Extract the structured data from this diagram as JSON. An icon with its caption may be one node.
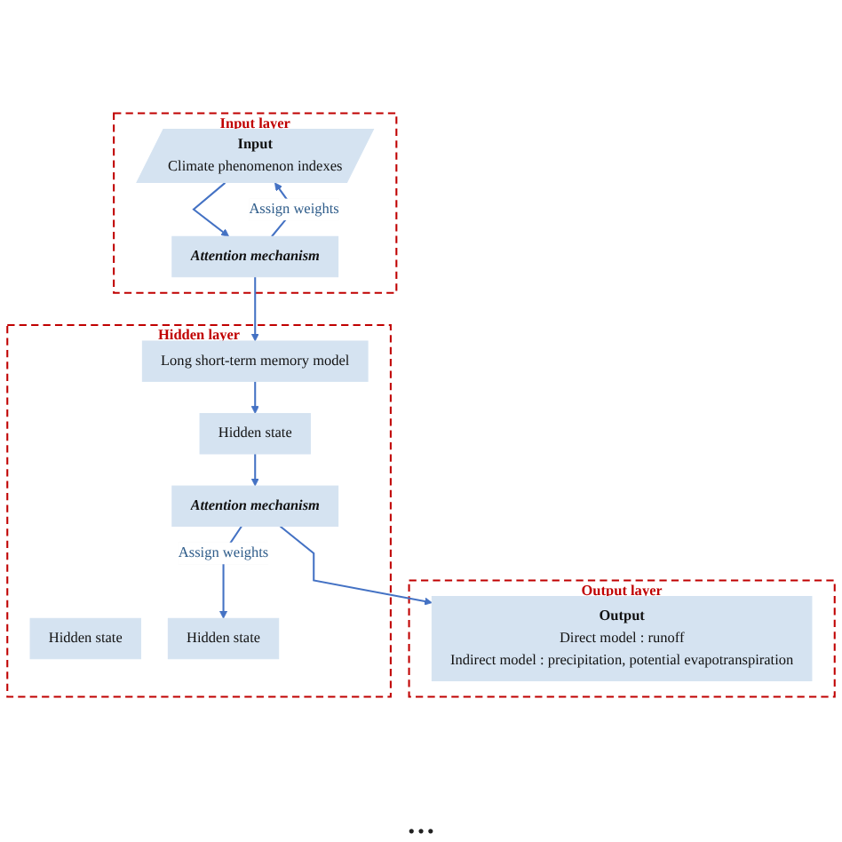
{
  "diagram": {
    "nodes": [
      {
        "text": [
          "Input layer"
        ]
      },
      {
        "text": [
          "Input",
          "Climate phenomenon indexes"
        ],
        "in": 0
      },
      {
        "text": [
          "Attention mechanism"
        ],
        "in": 0
      },
      {
        "text": [
          "Hidden layer"
        ]
      },
      {
        "text": [
          "Long short-term memory model"
        ],
        "in": 3
      },
      {
        "text": [
          "Hidden state"
        ],
        "in": 3
      },
      {
        "text": [
          "Hidden state"
        ],
        "in": 3
      },
      {
        "text": [
          "Hidden state"
        ],
        "in": 3
      },
      {
        "text": [
          "Attention mechanism"
        ],
        "in": 3
      },
      {
        "text": [
          "Output layer"
        ]
      },
      {
        "text": [
          "Output",
          "Direct model : runoff",
          "Indirect model : precipitation, potential evapotranspiration"
        ],
        "in": 9
      }
    ],
    "edges": [
      {
        "from": 1,
        "to": 2,
        "arrow": "to"
      },
      {
        "from": 2,
        "to": 1,
        "arrow": "to",
        "label": "Assign weights"
      },
      {
        "from": 2,
        "to": 4,
        "arrow": "to"
      },
      {
        "from": 4,
        "to": 6,
        "arrow": "to"
      },
      {
        "from": 6,
        "to": 8,
        "arrow": "to"
      },
      {
        "from": 8,
        "to": 7,
        "arrow": "to",
        "label": "Assign weights"
      },
      {
        "from": 8,
        "to": 10,
        "arrow": "to"
      }
    ],
    "labels": [
      "…"
    ]
  }
}
